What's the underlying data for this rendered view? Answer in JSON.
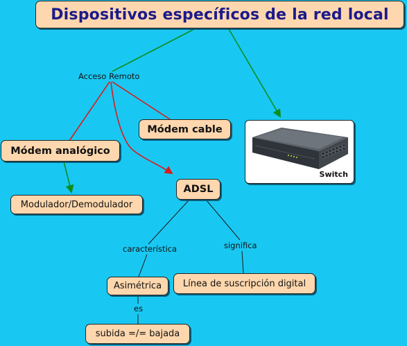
{
  "title": "Dispositivos específicos de la red local",
  "nodes": {
    "modem_cable": "Módem cable",
    "modem_analogico": "Módem analógico",
    "modulador": "Modulador/Demodulador",
    "adsl": "ADSL",
    "asimetrica": "Asimétrica",
    "linea": "Línea de suscripción digital",
    "subida": "subida =/= bajada"
  },
  "links": {
    "acceso_remoto": "Acceso Remoto",
    "caracteristica": "característica",
    "significa": "significa",
    "es": "es"
  },
  "switch": {
    "caption": "Switch",
    "icon": "network-switch-icon"
  },
  "colors": {
    "background": "#19c8f2",
    "node_fill": "#fed7ae",
    "title_text": "#1c1a8a",
    "green_line": "#0b8e1c",
    "red_line": "#d81c1c",
    "dark_line": "#1a1a1a"
  }
}
